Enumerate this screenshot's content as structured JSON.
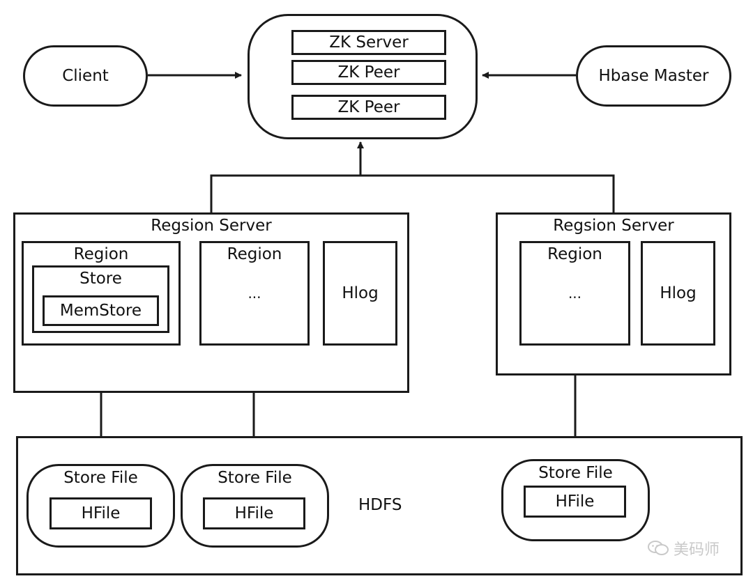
{
  "diagram": {
    "zookeeper": {
      "items": [
        "ZK Server",
        "ZK Peer",
        "ZK Peer"
      ]
    },
    "client": {
      "label": "Client"
    },
    "master": {
      "label": "Hbase Master"
    },
    "region_server_left": {
      "title": "Regsion Server",
      "region_a": {
        "title": "Region",
        "store": "Store",
        "memstore": "MemStore"
      },
      "region_b": {
        "title": "Region",
        "content": "..."
      },
      "hlog": "Hlog"
    },
    "region_server_right": {
      "title": "Regsion Server",
      "region": {
        "title": "Region",
        "content": "..."
      },
      "hlog": "Hlog"
    },
    "hdfs": {
      "label": "HDFS",
      "store_files": [
        {
          "title": "Store File",
          "file": "HFile"
        },
        {
          "title": "Store File",
          "file": "HFile"
        },
        {
          "title": "Store File",
          "file": "HFile"
        }
      ]
    },
    "watermark": "美码师"
  }
}
